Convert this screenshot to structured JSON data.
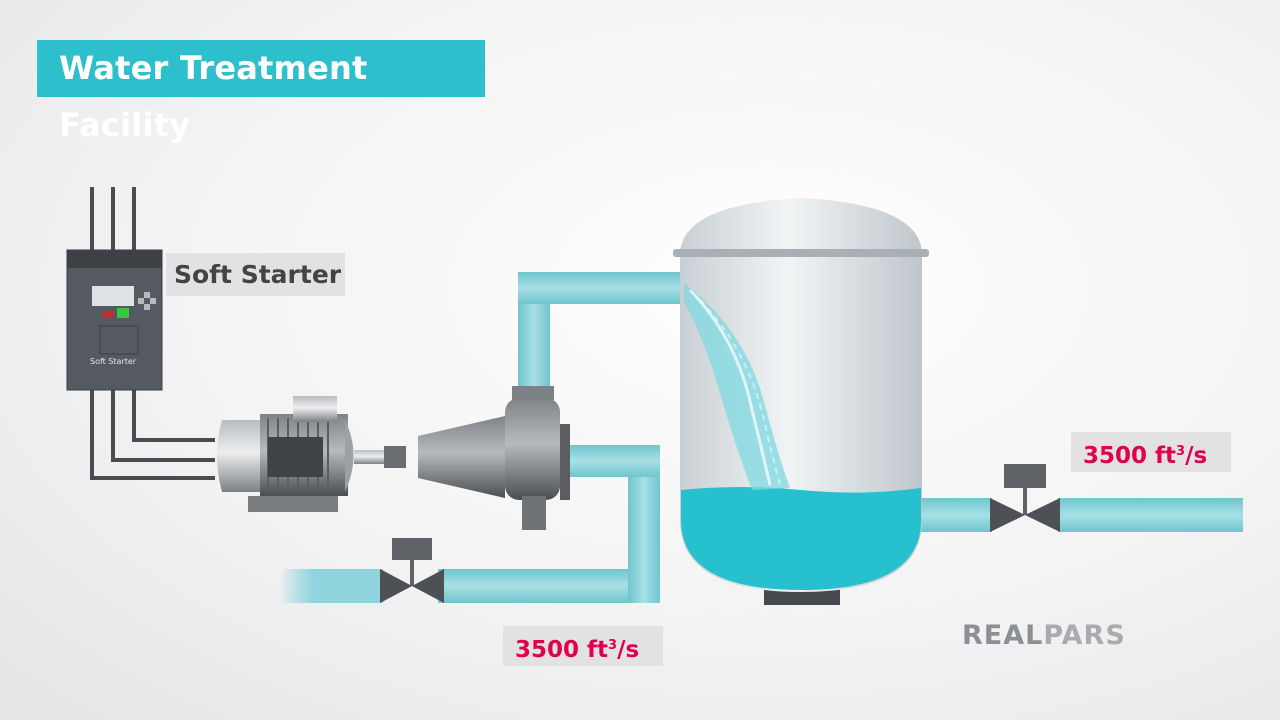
{
  "title": "Water Treatment Facility",
  "soft_starter": {
    "callout_label": "Soft Starter",
    "device_label": "Soft Starter"
  },
  "flow_outlet": {
    "value": "3500 ft",
    "exp": "3",
    "unit": "/s"
  },
  "flow_inlet": {
    "value": "3500 ft",
    "exp": "3",
    "unit": "/s"
  },
  "logo": {
    "part1": "REAL",
    "part2": "PARS"
  },
  "colors": {
    "accent": "#2ebfcc",
    "water": "#27c0cf",
    "pipe": "#8fd4dc",
    "flow_text": "#e0004f"
  }
}
